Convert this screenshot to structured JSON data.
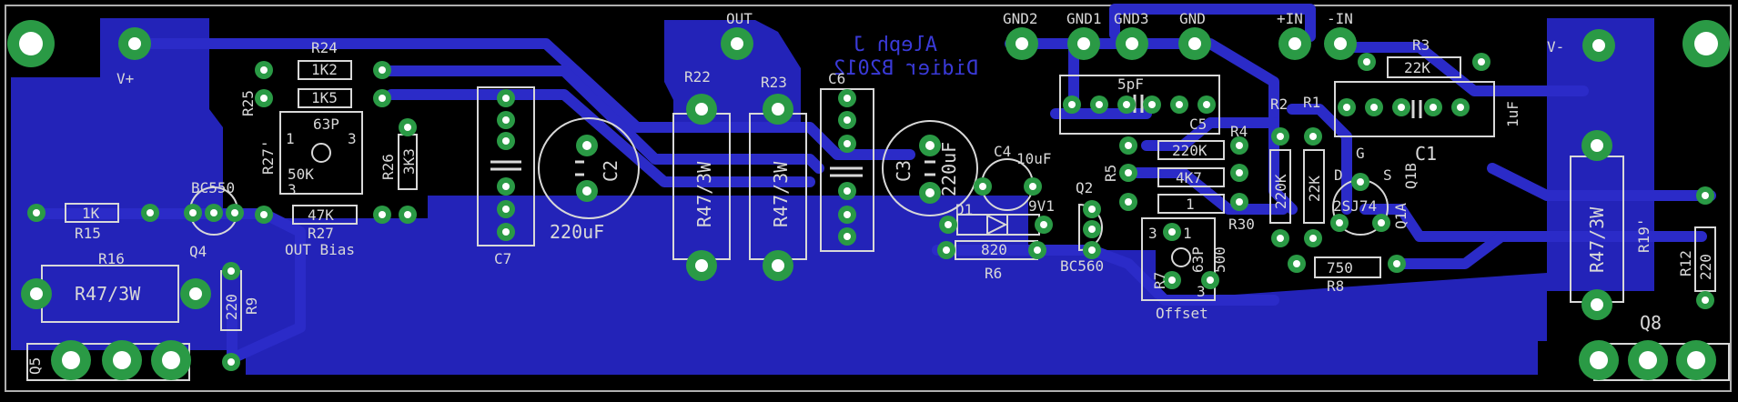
{
  "colors": {
    "background": "#000000",
    "board_outline": "#b0b0b0",
    "copper": "#2323b8",
    "trace": "#2b2bc8",
    "pad": "#2a9a45",
    "pad_hole": "#ffffff",
    "silk": "#d8d8d8",
    "mirror_text": "#3a3ad8"
  },
  "board": {
    "title_line1": "Aleph J",
    "title_line2": "Didier B2012",
    "labels": {
      "vplus": "V+",
      "vminus": "V-",
      "out": "OUT",
      "gnd2": "GND2",
      "gnd1": "GND1",
      "gnd3": "GND3",
      "gnd": "GND",
      "plus_in": "+IN",
      "minus_in": "-IN",
      "out_bias": "OUT Bias",
      "offset": "Offset"
    }
  },
  "components": {
    "R24": {
      "ref": "R24",
      "value": "1K2"
    },
    "R25": {
      "ref": "R25",
      "value": "1K5"
    },
    "R27p": {
      "ref": "R27'",
      "value": "50K",
      "pot": "63P"
    },
    "R26": {
      "ref": "R26",
      "value": "3K3"
    },
    "R27": {
      "ref": "R27",
      "value": "47K"
    },
    "R15": {
      "ref": "R15",
      "value": "1K"
    },
    "Q4": {
      "ref": "Q4",
      "value": "BC550"
    },
    "R16": {
      "ref": "R16",
      "value": "R47/3W"
    },
    "R9": {
      "ref": "R9",
      "value": "220"
    },
    "Q5": {
      "ref": "Q5"
    },
    "C7": {
      "ref": "C7"
    },
    "C2": {
      "ref": "C2",
      "value": "220uF"
    },
    "R22": {
      "ref": "R22",
      "value": "R47/3W"
    },
    "R23": {
      "ref": "R23",
      "value": "R47/3W"
    },
    "C6": {
      "ref": "C6"
    },
    "C3": {
      "ref": "C3",
      "value": "220uF"
    },
    "C4": {
      "ref": "C4",
      "value": "10uF"
    },
    "D1": {
      "ref": "D1",
      "value": "9V1"
    },
    "R6": {
      "ref": "R6",
      "value": "820"
    },
    "Q2": {
      "ref": "Q2",
      "value": "BC560"
    },
    "C5": {
      "ref": "C5",
      "value": "5pF"
    },
    "R4": {
      "ref": "R4",
      "value": "220K"
    },
    "R5": {
      "ref": "R5",
      "value": "4K7"
    },
    "R30": {
      "ref": "R30",
      "value": "1"
    },
    "R7": {
      "ref": "R7",
      "value": "500",
      "pot": "63P"
    },
    "R2": {
      "ref": "R2",
      "value": "220K"
    },
    "R1": {
      "ref": "R1",
      "value": "22K"
    },
    "R3": {
      "ref": "R3",
      "value": "22K"
    },
    "C1": {
      "ref": "C1",
      "value": "1uF"
    },
    "Q1": {
      "ref": "Q1A",
      "ref_b": "Q1B",
      "value": "2SJ74"
    },
    "R8": {
      "ref": "R8",
      "value": "750"
    },
    "R19p": {
      "ref": "R19'",
      "value": "R47/3W"
    },
    "R12": {
      "ref": "R12",
      "value": "220"
    },
    "Q8": {
      "ref": "Q8"
    }
  },
  "pin_marks": {
    "one": "1",
    "three": "3",
    "g": "G",
    "s": "S",
    "d": "D"
  }
}
